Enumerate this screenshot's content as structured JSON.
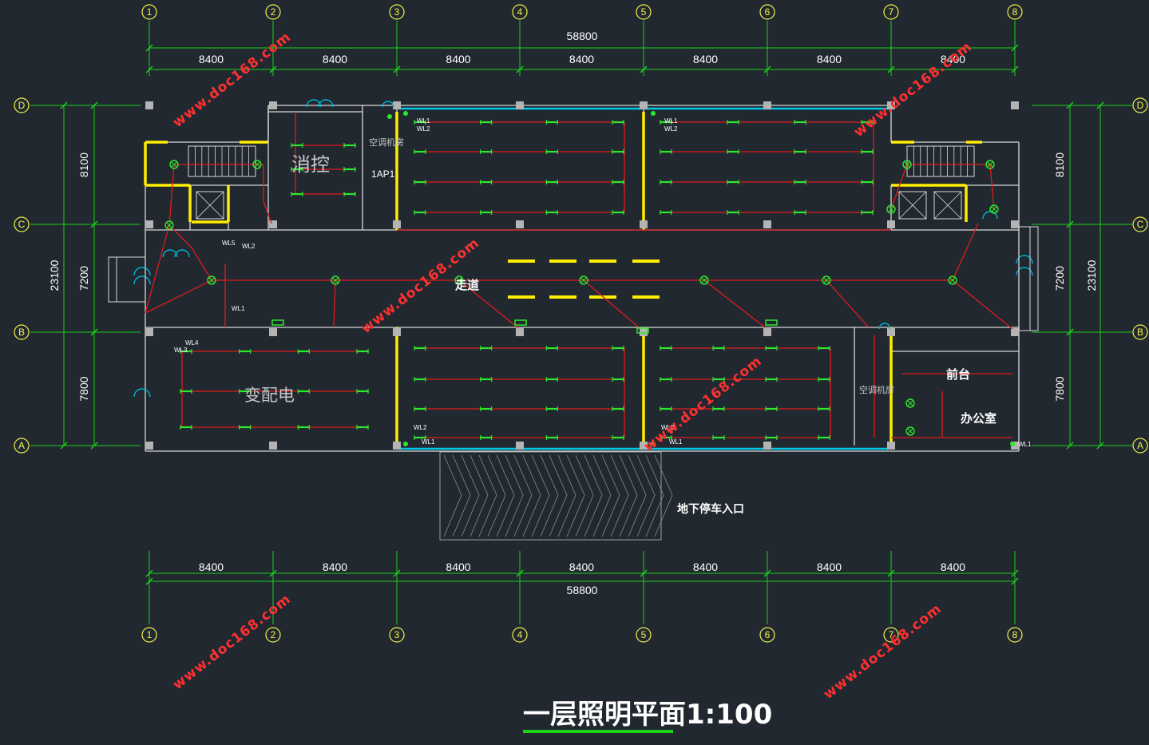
{
  "drawing": {
    "title": "一层照明平面1:100",
    "axes_top": [
      "1",
      "2",
      "3",
      "4",
      "5",
      "6",
      "7",
      "8"
    ],
    "axes_side": [
      "D",
      "C",
      "B",
      "A"
    ],
    "span_dims": [
      "8400",
      "8400",
      "8400",
      "8400",
      "8400",
      "8400",
      "8400"
    ],
    "total_width": "58800",
    "left_dims": [
      "8100",
      "7200",
      "7800"
    ],
    "total_depth": "23100",
    "right_dims": [
      "8100",
      "7200",
      "7800"
    ],
    "rooms": {
      "fire_control": "消控",
      "power_room": "变配电",
      "corridor": "走道",
      "reception": "前台",
      "office": "办公室",
      "ac_room_a": "空调机房",
      "ac_room_b": "空调机房",
      "distribution_box": "1AP1",
      "garage_entrance": "地下停车入口"
    },
    "circuits": [
      "WL1",
      "WL2",
      "WL3",
      "WL4",
      "WL5"
    ],
    "watermark": "www.doc168.com"
  },
  "colors": {
    "background": "#212830",
    "grid_line": "#19d219",
    "wall": "#d9d9d9",
    "wiring": "#e01c1c",
    "fixture": "#2ee82e",
    "highlight_wall": "#ffee00",
    "glazing": "#00c8e6",
    "door": "#00b4d2",
    "watermark": "#ff3030"
  }
}
